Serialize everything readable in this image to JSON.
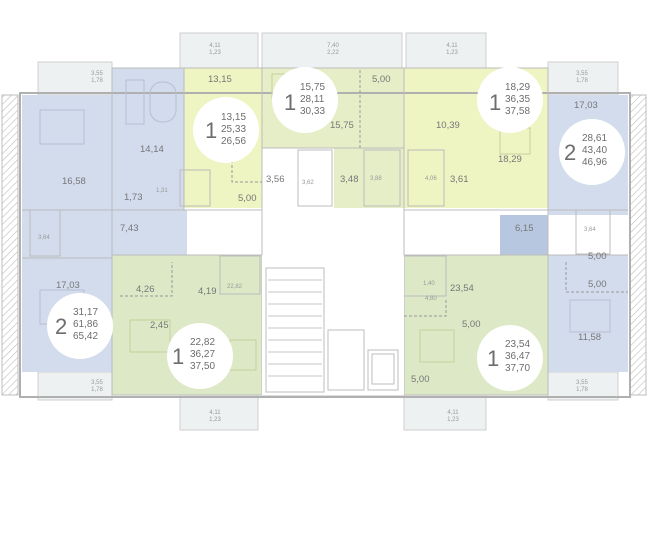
{
  "colors": {
    "blue": "#d2dced",
    "blue_dark": "#b8c7e0",
    "yellow": "#eef4c2",
    "yellow_light": "#f3f7d6",
    "green": "#dde8c6",
    "green_light": "#e7efd6",
    "balcony": "#eef1f1",
    "hatch": "#c8c8c8"
  },
  "balconies": [
    {
      "a": "4,11",
      "b": "1,23"
    },
    {
      "a": "7,40",
      "b": "2,22"
    },
    {
      "a": "4,11",
      "b": "1,23"
    },
    {
      "a": "3,55",
      "b": "1,78"
    },
    {
      "a": "3,55",
      "b": "1,78"
    },
    {
      "a": "3,55",
      "b": "1,78"
    },
    {
      "a": "3,55",
      "b": "1,78"
    },
    {
      "a": "4,11",
      "b": "1,23"
    },
    {
      "a": "4,11",
      "b": "1,23"
    }
  ],
  "apartments": [
    {
      "rooms": "1",
      "l1": "13,15",
      "l2": "25,33",
      "l3": "26,56"
    },
    {
      "rooms": "1",
      "l1": "15,75",
      "l2": "28,11",
      "l3": "30,33"
    },
    {
      "rooms": "1",
      "l1": "18,29",
      "l2": "36,35",
      "l3": "37,58"
    },
    {
      "rooms": "2",
      "l1": "28,61",
      "l2": "43,40",
      "l3": "46,96"
    },
    {
      "rooms": "2",
      "l1": "31,17",
      "l2": "61,86",
      "l3": "65,42"
    },
    {
      "rooms": "1",
      "l1": "22,82",
      "l2": "36,27",
      "l3": "37,50"
    },
    {
      "rooms": "1",
      "l1": "23,54",
      "l2": "36,47",
      "l3": "37,70"
    }
  ],
  "rooms": [
    "13,15",
    "5,00",
    "14,14",
    "16,58",
    "1,73",
    "1,31",
    "3,56",
    "3,62",
    "5,00",
    "15,75",
    "3,48",
    "3,88",
    "10,39",
    "4,06",
    "3,61",
    "18,29",
    "17,03",
    "7,43",
    "3,64",
    "6,15",
    "3,64",
    "5,00",
    "11,58",
    "17,03",
    "5,00",
    "4,26",
    "4,19",
    "22,82",
    "2,45",
    "1,40",
    "4,80",
    "23,54",
    "5,00",
    "5,00"
  ]
}
